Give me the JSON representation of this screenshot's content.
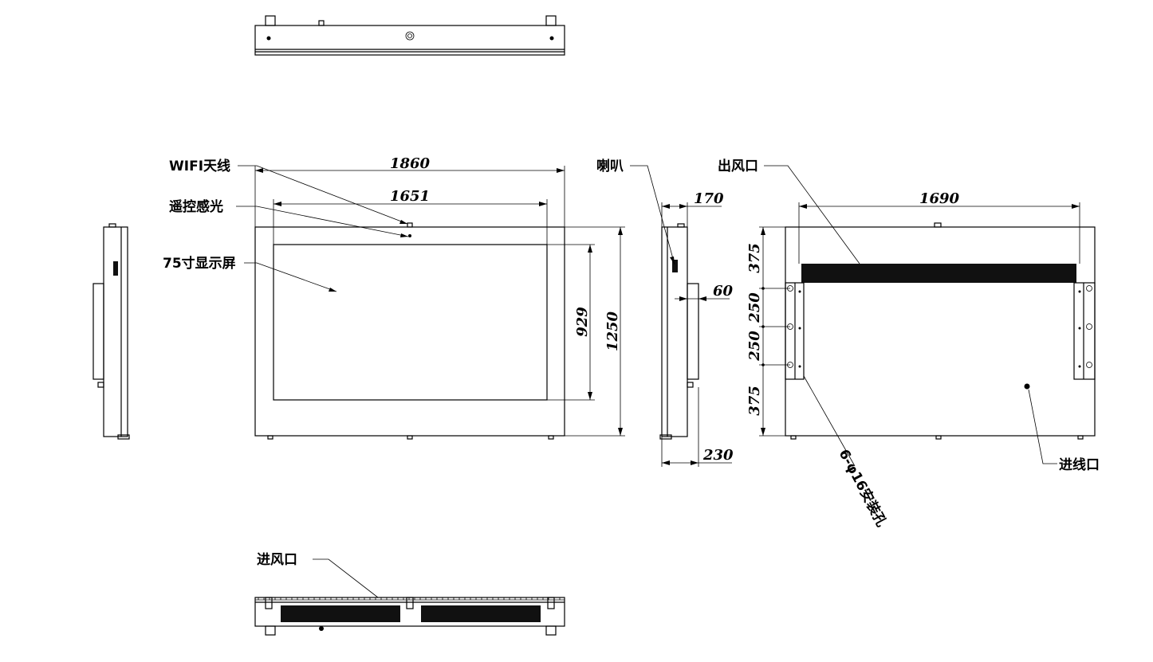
{
  "labels": {
    "wifi_antenna": "WIFI天线",
    "remote_sensor": "遥控感光",
    "display": "75寸显示屏",
    "speaker": "喇叭",
    "air_outlet": "出风口",
    "air_inlet": "进风口",
    "cable_inlet": "进线口",
    "mount_holes": "6-φ16安装孔"
  },
  "dims": {
    "overall_width": "1860",
    "screen_width": "1651",
    "screen_height": "929",
    "overall_height": "1250",
    "depth_top": "170",
    "bracket_depth": "60",
    "depth_bottom": "230",
    "bracket_spacing": "1690",
    "v1": "375",
    "v2": "250",
    "v3": "250",
    "v4": "375"
  },
  "colors": {
    "line": "#000000",
    "background": "#ffffff"
  }
}
